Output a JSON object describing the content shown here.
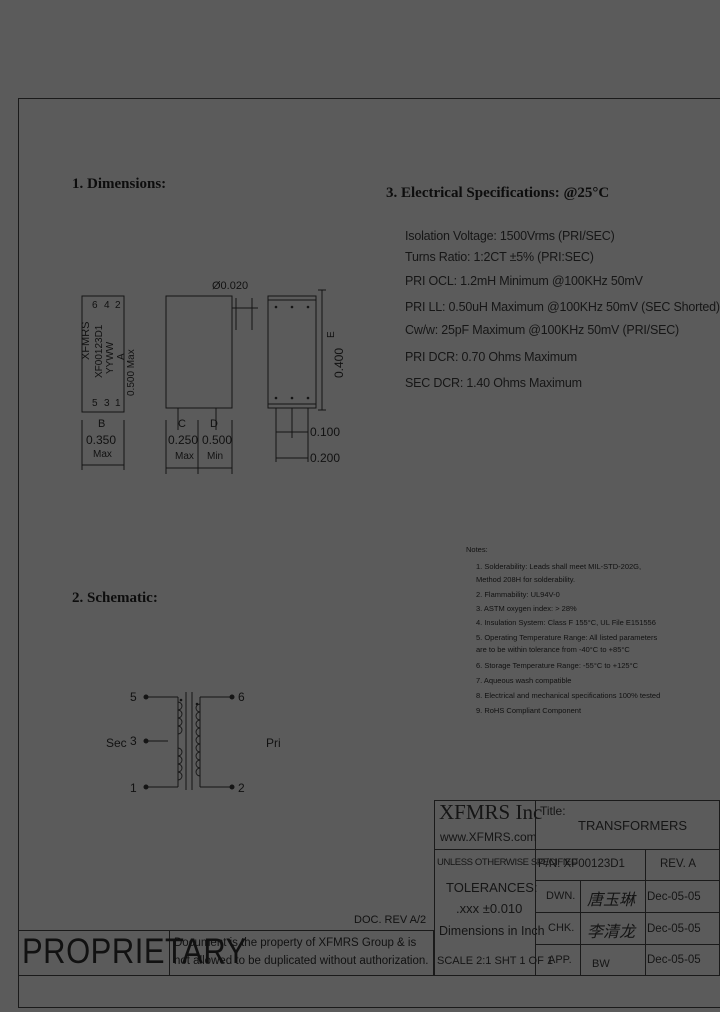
{
  "sections": {
    "dimensions": "1. Dimensions:",
    "schematic": "2. Schematic:",
    "electrical": "3. Electrical   Specifications: @25°C"
  },
  "specs": [
    "Isolation Voltage: 1500Vrms (PRI/SEC)",
    "Turns Ratio: 1:2CT ±5% (PRI:SEC)",
    "PRI OCL: 1.2mH Minimum @100KHz 50mV",
    "PRI LL: 0.50uH Maximum @100KHz 50mV (SEC Shorted)",
    "Cw/w: 25pF Maximum @100KHz 50mV (PRI/SEC)",
    "PRI DCR: 0.70 Ohms Maximum",
    "SEC DCR: 1.40 Ohms Maximum"
  ],
  "notes": {
    "title": "Notes:",
    "items": [
      "1. Solderability: Leads shall meet MIL-STD-202G,",
      "    Method 208H for solderability.",
      "2. Flammability: UL94V-0",
      "3. ASTM oxygen index: > 28%",
      "4. Insulation System: Class F 155°C, UL File E151556",
      "5. Operating Temperature Range: All listed parameters",
      "    are to be within tolerance from -40°C to +85°C",
      "6. Storage Temperature Range: -55°C to +125°C",
      "7. Aqueous wash compatible",
      "8. Electrical and mechanical specifications 100% tested",
      "9. RoHS Compliant Component"
    ]
  },
  "dimension_labels": {
    "part_text": [
      "XFMRS",
      "XF00123D1",
      "YYWW",
      "A"
    ],
    "pins_left": [
      "5",
      "3",
      "1"
    ],
    "pins_right": [
      "6",
      "4",
      "2"
    ],
    "max_a": "0.500  Max",
    "b_label": "B",
    "b_value": "0.350",
    "b_note": "Max",
    "c_label": "C",
    "c_value": "0.250",
    "c_note": "Max",
    "d_label": "D",
    "d_value": "0.500",
    "d_note": "Min",
    "lead_dia": "Ø0.020",
    "e_label": "E",
    "e_value": "0.400",
    "pitch_1": "0.100",
    "pitch_2": "0.200"
  },
  "schematic": {
    "sec_label": "Sec",
    "pri_label": "Pri",
    "pin_left": [
      "5",
      "3",
      "1"
    ],
    "pin_right": [
      "6",
      "2"
    ]
  },
  "title_block": {
    "company": "XFMRS Inc",
    "website": "www.XFMRS.com",
    "title_label": "Title:",
    "title_value": "TRANSFORMERS",
    "tolerance_header": "UNLESS OTHERWISE SPECIFIED",
    "tolerances": "TOLERANCES:",
    "tolerance_value": ".xxx ±0.010",
    "dimensions_unit": "Dimensions in Inch",
    "pn": "P/N: XF00123D1",
    "rev": "REV. A",
    "dwn_label": "DWN.",
    "dwn_sign": "唐玉琳",
    "dwn_date": "Dec-05-05",
    "chk_label": "CHK.",
    "chk_sign": "李清龙",
    "chk_date": "Dec-05-05",
    "app_label": "APP.",
    "app_sign": "BW",
    "app_date": "Dec-05-05",
    "scale": "SCALE 2:1  SHT 1 OF 1",
    "doc_rev": "DOC. REV A/2",
    "proprietary": "PROPRIETARY",
    "disclaimer_1": "Document is the property of XFMRS Group & is",
    "disclaimer_2": "not allowed to be duplicated without authorization."
  }
}
